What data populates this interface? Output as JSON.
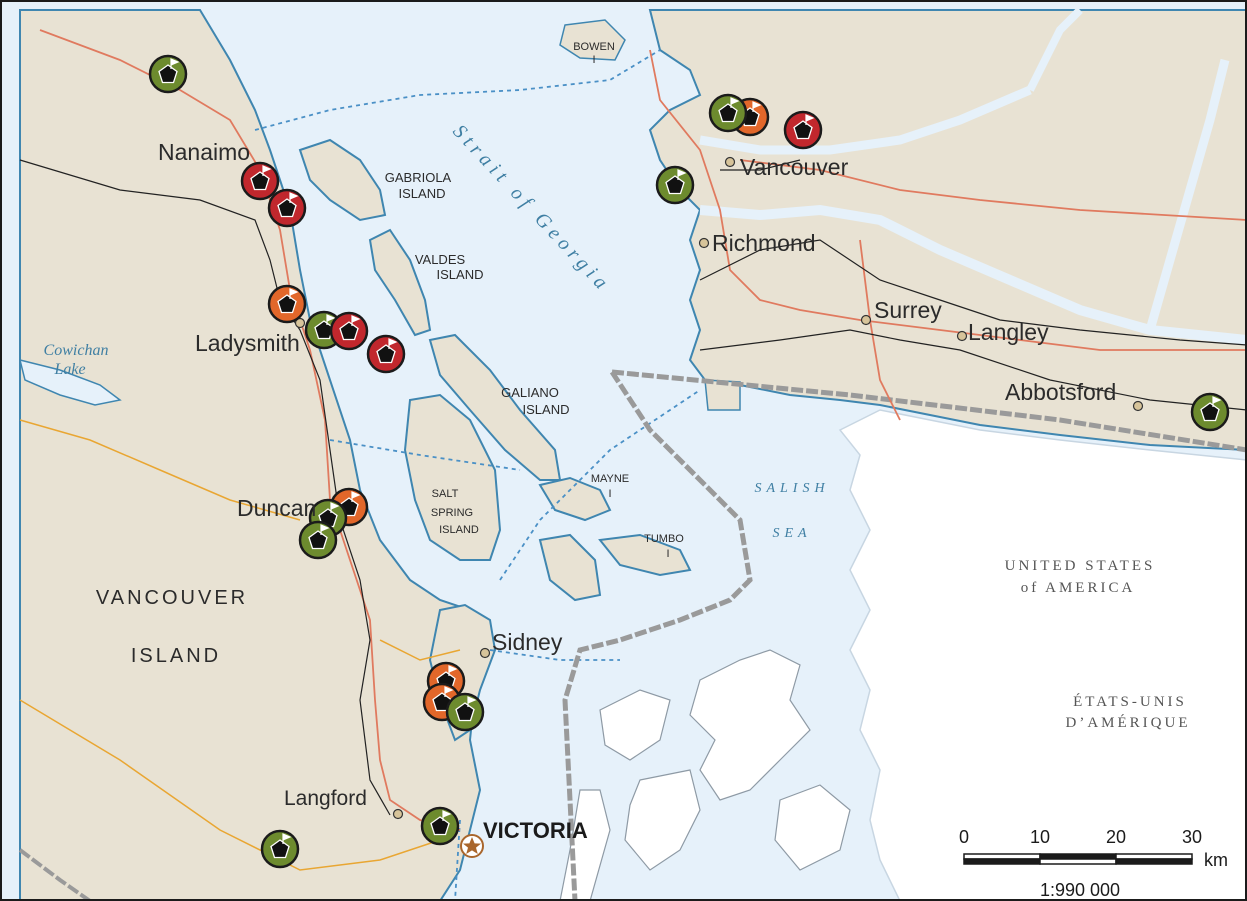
{
  "colors": {
    "water": "#e6f1fa",
    "land": "#e8e2d3",
    "us_land": "#ffffff",
    "coast": "#3f86b0",
    "highway": "#e07a5f",
    "road": "#222222",
    "secondary_road": "#e9a632",
    "ferry": "#4a90c6",
    "border": "#9a9a9a",
    "marker_green": "#6d8b2e",
    "marker_orange": "#e2672a",
    "marker_red": "#c1272d"
  },
  "cities": {
    "nanaimo": "Nanaimo",
    "ladysmith": "Ladysmith",
    "duncan": "Duncan",
    "sidney": "Sidney",
    "langford": "Langford",
    "victoria": "VICTORIA",
    "vancouver": "Vancouver",
    "richmond": "Richmond",
    "surrey": "Surrey",
    "langley": "Langley",
    "abbotsford": "Abbotsford"
  },
  "islands": {
    "bowen_1": "BOWEN",
    "bowen_2": "I",
    "gabriola_1": "GABRIOLA",
    "gabriola_2": "ISLAND",
    "valdes_1": "VALDES",
    "valdes_2": "ISLAND",
    "galiano_1": "GALIANO",
    "galiano_2": "ISLAND",
    "mayne_1": "MAYNE",
    "mayne_2": "I",
    "saltspring_1": "SALT",
    "saltspring_2": "SPRING",
    "saltspring_3": "ISLAND",
    "tumbo_1": "TUMBO",
    "tumbo_2": "I",
    "vancouver_island_1": "VANCOUVER",
    "vancouver_island_2": "ISLAND"
  },
  "water": {
    "strait": "Strait of Georgia",
    "salish_1": "SALISH",
    "salish_2": "SEA",
    "cowichan_1": "Cowichan",
    "cowichan_2": "Lake"
  },
  "countries": {
    "usa_1": "UNITED STATES",
    "usa_2": "of AMERICA",
    "usa_fr_1": "ÉTATS-UNIS",
    "usa_fr_2": "D’AMÉRIQUE"
  },
  "scale": {
    "ticks": [
      "0",
      "10",
      "20",
      "30"
    ],
    "unit": "km",
    "ratio": "1:990 000"
  },
  "markers": [
    {
      "color": "green"
    },
    {
      "color": "red"
    },
    {
      "color": "red"
    },
    {
      "color": "orange"
    },
    {
      "color": "green"
    },
    {
      "color": "red"
    },
    {
      "color": "red"
    },
    {
      "color": "orange"
    },
    {
      "color": "green"
    },
    {
      "color": "green"
    },
    {
      "color": "orange"
    },
    {
      "color": "orange"
    },
    {
      "color": "green"
    },
    {
      "color": "green"
    },
    {
      "color": "green"
    },
    {
      "color": "green"
    },
    {
      "color": "orange"
    },
    {
      "color": "red"
    },
    {
      "color": "green"
    },
    {
      "color": "green"
    }
  ]
}
